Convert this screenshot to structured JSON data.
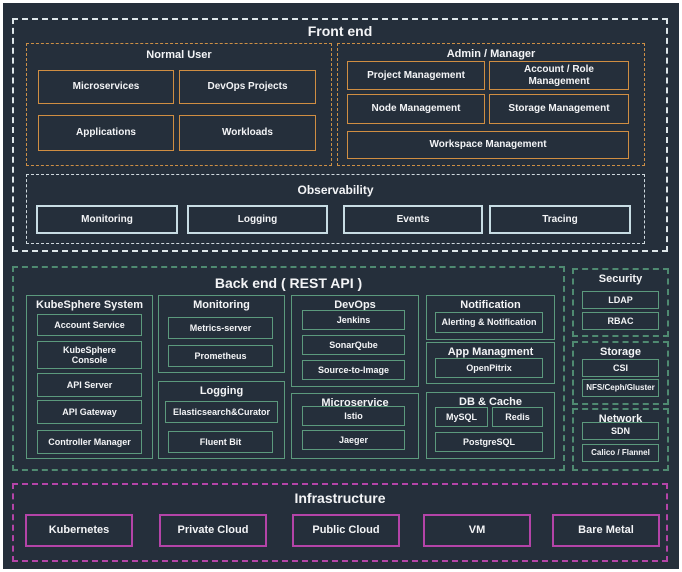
{
  "frontend": {
    "title": "Front end",
    "normal_user": {
      "title": "Normal User",
      "items": [
        "Microservices",
        "DevOps Projects",
        "Applications",
        "Workloads"
      ]
    },
    "admin": {
      "title": "Admin / Manager",
      "items": [
        "Project Management",
        "Account / Role Management",
        "Node Management",
        "Storage Management",
        "Workspace Management"
      ]
    },
    "observability": {
      "title": "Observability",
      "items": [
        "Monitoring",
        "Logging",
        "Events",
        "Tracing"
      ]
    }
  },
  "backend": {
    "title": "Back end ( REST API )",
    "kubesphere_system": {
      "title": "KubeSphere System",
      "items": [
        "Account Service",
        "KubeSphere Console",
        "API Server",
        "API Gateway",
        "Controller Manager"
      ]
    },
    "monitoring": {
      "title": "Monitoring",
      "items": [
        "Metrics-server",
        "Prometheus"
      ]
    },
    "logging": {
      "title": "Logging",
      "items": [
        "Elasticsearch&Curator",
        "Fluent Bit"
      ]
    },
    "devops": {
      "title": "DevOps",
      "items": [
        "Jenkins",
        "SonarQube",
        "Source-to-Image"
      ]
    },
    "microservice": {
      "title": "Microservice",
      "items": [
        "Istio",
        "Jaeger"
      ]
    },
    "notification": {
      "title": "Notification",
      "items": [
        "Alerting & Notification"
      ]
    },
    "app_management": {
      "title": "App Managment",
      "items": [
        "OpenPitrix"
      ]
    },
    "db_cache": {
      "title": "DB & Cache",
      "items": [
        "MySQL",
        "Redis",
        "PostgreSQL"
      ]
    }
  },
  "side": {
    "security": {
      "title": "Security",
      "items": [
        "LDAP",
        "RBAC"
      ]
    },
    "storage": {
      "title": "Storage",
      "items": [
        "CSI",
        "NFS/Ceph/Gluster"
      ]
    },
    "network": {
      "title": "Network",
      "items": [
        "SDN",
        "Calico / Flannel"
      ]
    }
  },
  "infrastructure": {
    "title": "Infrastructure",
    "items": [
      "Kubernetes",
      "Private Cloud",
      "Public Cloud",
      "VM",
      "Bare Metal"
    ]
  },
  "colors": {
    "background": "#252f3b",
    "frontend_border": "#dfe7ea",
    "user_group_border": "#cd8f45",
    "backend_border": "#4f8a71",
    "infrastructure_border": "#b444a8"
  }
}
